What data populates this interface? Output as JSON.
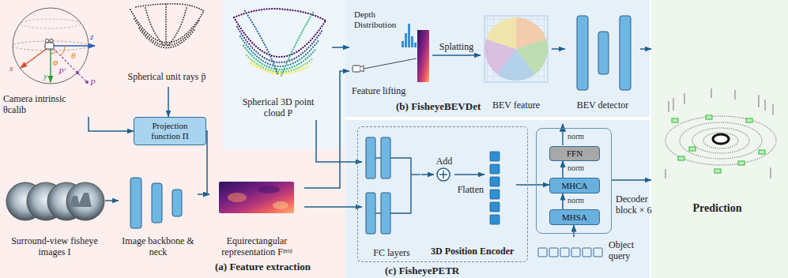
{
  "diagram": {
    "nodes": [
      {
        "text": [
          "(a) Feature extraction"
        ]
      },
      {
        "text": [
          "Camera intrinsic θcalib"
        ],
        "in": 0
      },
      {
        "text": [
          "Spherical unit rays p̄"
        ],
        "in": 0
      },
      {
        "text": [
          "Projection function Π"
        ],
        "in": 0
      },
      {
        "text": [
          "Spherical 3D point cloud P"
        ]
      },
      {
        "text": [
          "Surround-view fisheye images I"
        ],
        "in": 0
      },
      {
        "text": [
          "Image backbone & neck"
        ],
        "in": 0
      },
      {
        "text": [
          "Equirectangular representation Fᵖʳᵒʲ"
        ],
        "in": 0
      },
      {
        "text": [
          "(b) FisheyeBEVDet"
        ]
      },
      {
        "text": [
          "Depth Distribution",
          "Feature lifting"
        ],
        "in": 8
      },
      {
        "text": [
          "BEV feature"
        ],
        "in": 8
      },
      {
        "text": [
          "BEV detector"
        ],
        "in": 8
      },
      {
        "text": [
          "(c) FisheyePETR"
        ]
      },
      {
        "text": [
          "3D Position Encoder"
        ],
        "in": 12
      },
      {
        "text": [
          "FC layers"
        ],
        "in": 13
      },
      {
        "text": [
          "Add"
        ],
        "in": 13
      },
      {
        "text": [
          "Flatten"
        ],
        "in": 13
      },
      {
        "text": [
          "Decoder block × 6"
        ],
        "in": 12
      },
      {
        "text": [
          "FFN"
        ],
        "in": 17
      },
      {
        "text": [
          "MHCA"
        ],
        "in": 17
      },
      {
        "text": [
          "MHSA"
        ],
        "in": 17
      },
      {
        "text": [
          "Object query"
        ],
        "in": 12
      },
      {
        "text": [
          "Prediction"
        ]
      }
    ],
    "edges": [
      {
        "from": 1,
        "to": 3,
        "arrow": "to"
      },
      {
        "from": 2,
        "to": 3,
        "arrow": "to"
      },
      {
        "from": 3,
        "to": 7,
        "arrow": "to"
      },
      {
        "from": 5,
        "to": 6,
        "arrow": "to"
      },
      {
        "from": 6,
        "to": 7,
        "arrow": "to"
      },
      {
        "from": 4,
        "to": 9,
        "arrow": "to"
      },
      {
        "from": 4,
        "to": 14,
        "arrow": "to"
      },
      {
        "from": 7,
        "to": 9,
        "arrow": "to"
      },
      {
        "from": 7,
        "to": 14,
        "arrow": "to"
      },
      {
        "from": 9,
        "to": 10,
        "label": "Splatting",
        "arrow": "to"
      },
      {
        "from": 10,
        "to": 11,
        "arrow": "to"
      },
      {
        "from": 11,
        "to": 22,
        "arrow": "to"
      },
      {
        "from": 14,
        "to": 15,
        "arrow": "to"
      },
      {
        "from": 15,
        "to": 16,
        "arrow": "to"
      },
      {
        "from": 16,
        "to": 19,
        "arrow": "to"
      },
      {
        "from": 21,
        "to": 20,
        "arrow": "to"
      },
      {
        "from": 20,
        "to": 19,
        "arrow": "to"
      },
      {
        "from": 19,
        "to": 18,
        "arrow": "to"
      },
      {
        "from": 17,
        "to": 22,
        "arrow": "to"
      }
    ],
    "labels": [
      "x",
      "y",
      "z",
      "θ",
      "φ",
      "P′",
      "P",
      "norm",
      "norm",
      "norm"
    ]
  }
}
